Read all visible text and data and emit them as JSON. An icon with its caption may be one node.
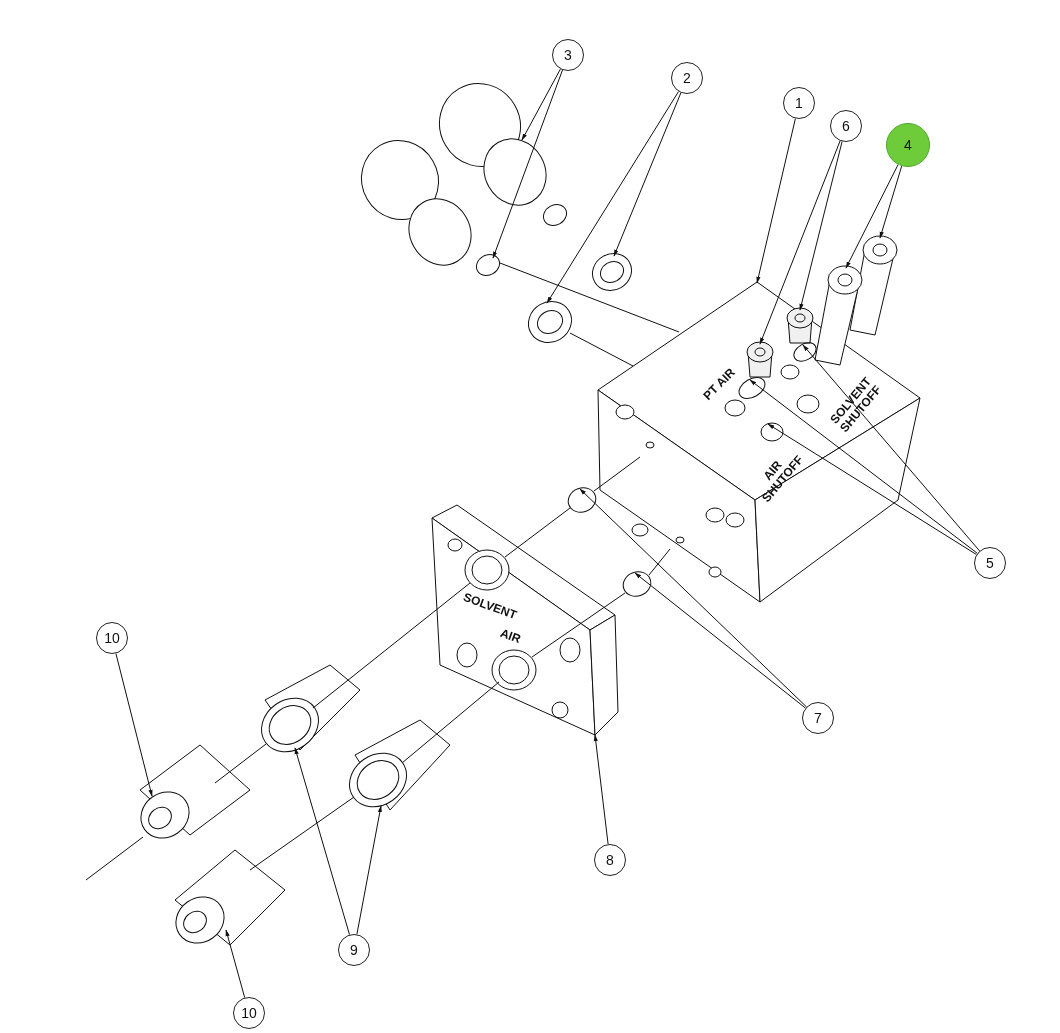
{
  "diagram": {
    "nodes": [
      {
        "text": [
          "3"
        ]
      },
      {
        "text": [
          "2"
        ]
      },
      {
        "text": [
          "1"
        ]
      },
      {
        "text": [
          "6"
        ]
      },
      {
        "text": [
          "4"
        ]
      },
      {
        "text": [
          "5"
        ]
      },
      {
        "text": [
          "10"
        ]
      },
      {
        "text": [
          "7"
        ]
      },
      {
        "text": [
          "8"
        ]
      },
      {
        "text": [
          "9"
        ]
      },
      {
        "text": [
          "10"
        ]
      },
      {
        "text": [],
        "shape": "picture"
      },
      {
        "text": [],
        "shape": "picture"
      },
      {
        "text": [],
        "shape": "circle"
      },
      {
        "text": [],
        "shape": "circle"
      },
      {
        "text": [],
        "shape": "picture"
      },
      {
        "text": [],
        "shape": "cylinder",
        "in": 15
      },
      {
        "text": [],
        "shape": "cylinder",
        "in": 15
      },
      {
        "text": [],
        "shape": "picture"
      },
      {
        "text": [],
        "shape": "picture"
      },
      {
        "text": [],
        "shape": "circle",
        "in": 15
      },
      {
        "text": [],
        "shape": "circle",
        "in": 15
      },
      {
        "text": [],
        "shape": "circle",
        "in": 15
      },
      {
        "text": [],
        "shape": "picture"
      },
      {
        "text": [],
        "shape": "circle"
      },
      {
        "text": [],
        "shape": "circle"
      },
      {
        "text": [],
        "shape": "picture"
      },
      {
        "text": [],
        "shape": "picture"
      },
      {
        "text": [],
        "shape": "picture"
      },
      {
        "text": [],
        "shape": "picture"
      }
    ],
    "edges": [
      {
        "from": 0,
        "to": 11,
        "arrow": "to"
      },
      {
        "from": 0,
        "to": 12,
        "arrow": "to"
      },
      {
        "from": 1,
        "to": 13,
        "arrow": "to"
      },
      {
        "from": 1,
        "to": 14,
        "arrow": "to"
      },
      {
        "from": 2,
        "to": 15,
        "arrow": "to"
      },
      {
        "from": 3,
        "to": 16,
        "arrow": "to"
      },
      {
        "from": 3,
        "to": 17,
        "arrow": "to"
      },
      {
        "from": 4,
        "to": 18,
        "arrow": "to"
      },
      {
        "from": 4,
        "to": 19,
        "arrow": "to"
      },
      {
        "from": 5,
        "to": 20,
        "arrow": "to"
      },
      {
        "from": 5,
        "to": 21,
        "arrow": "to"
      },
      {
        "from": 5,
        "to": 22,
        "arrow": "to"
      },
      {
        "from": 6,
        "to": 23,
        "arrow": "to"
      },
      {
        "from": 7,
        "to": 24,
        "arrow": "to"
      },
      {
        "from": 7,
        "to": 25,
        "arrow": "to"
      },
      {
        "from": 8,
        "to": 26,
        "arrow": "to"
      },
      {
        "from": 9,
        "to": 27,
        "arrow": "to"
      },
      {
        "from": 9,
        "to": 28,
        "arrow": "to"
      },
      {
        "from": 10,
        "to": 29,
        "arrow": "to"
      },
      {
        "from": 12,
        "to": 15,
        "arrow": "none"
      },
      {
        "from": 14,
        "to": 15,
        "arrow": "none"
      },
      {
        "from": 26,
        "to": 24,
        "arrow": "none"
      },
      {
        "from": 24,
        "to": 15,
        "arrow": "none"
      },
      {
        "from": 26,
        "to": 25,
        "arrow": "none"
      },
      {
        "from": 25,
        "to": 15,
        "arrow": "none"
      },
      {
        "from": 29,
        "to": 28,
        "arrow": "none"
      },
      {
        "from": 28,
        "to": 26,
        "arrow": "none"
      },
      {
        "from": 23,
        "to": 27,
        "arrow": "none"
      },
      {
        "from": 27,
        "to": 26,
        "arrow": "none"
      }
    ],
    "labels": [
      "PT AIR",
      "AIR SHUTOFF",
      "SOLVENT SHUTOFF",
      "SOLVENT",
      "AIR"
    ]
  }
}
